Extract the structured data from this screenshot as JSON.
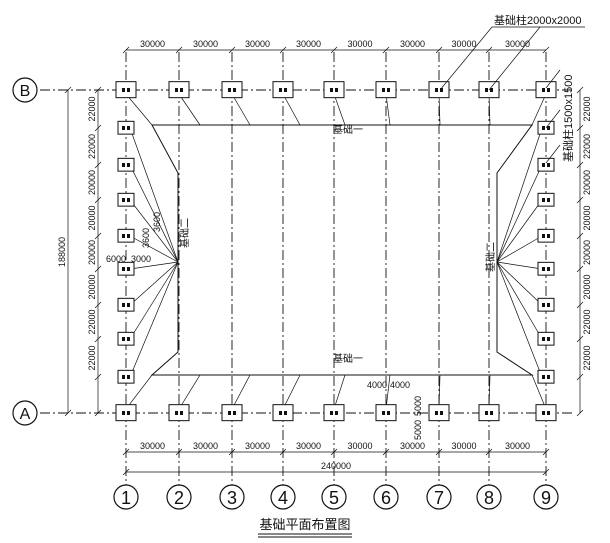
{
  "title": "基础平面布置图",
  "labels": {
    "footing_large": "基础柱2000x2000",
    "footing_small": "基础柱1500x1500",
    "beam_1_top": "基础一",
    "beam_1_bottom": "基础一",
    "beam_2_left": "基础二",
    "beam_2_right": "基础二",
    "dim_3600a": "3600",
    "dim_3600b": "3600",
    "dim_6000a": "6000",
    "dim_6000b": "3000",
    "dim_4000a": "4000",
    "dim_4000b": "4000",
    "dim_5000a": "5000",
    "dim_5000b": "5000"
  },
  "grid": {
    "columns": [
      "1",
      "2",
      "3",
      "4",
      "5",
      "6",
      "7",
      "8",
      "9"
    ],
    "rows": [
      "B",
      "A"
    ]
  },
  "dimensions": {
    "top_spans": [
      "30000",
      "30000",
      "30000",
      "30000",
      "30000",
      "30000",
      "30000",
      "30000"
    ],
    "bottom_spans": [
      "30000",
      "30000",
      "30000",
      "30000",
      "30000",
      "30000",
      "30000",
      "30000"
    ],
    "overall_width": "240000",
    "overall_depth": "188000",
    "left_spans": [
      "22000",
      "22000",
      "20000",
      "20000",
      "20000",
      "20000",
      "22000",
      "22000"
    ],
    "right_spans": [
      "22000",
      "22000",
      "20000",
      "20000",
      "20000",
      "20000",
      "22000",
      "22000"
    ]
  }
}
